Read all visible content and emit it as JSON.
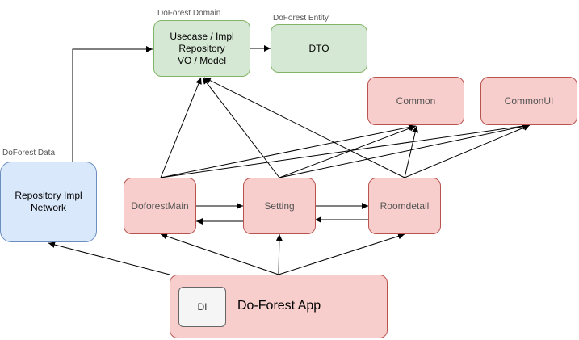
{
  "captions": {
    "domain": "DoForest Domain",
    "entity": "DoForest Entity",
    "data": "DoForest Data"
  },
  "nodes": {
    "domain": {
      "lines": [
        "Usecase / Impl",
        "Repository",
        "VO / Model"
      ]
    },
    "dto": {
      "label": "DTO"
    },
    "common": {
      "label": "Common"
    },
    "commonui": {
      "label": "CommonUI"
    },
    "data": {
      "lines": [
        "Repository Impl",
        "Network"
      ]
    },
    "main": {
      "label": "DoforestMain"
    },
    "setting": {
      "label": "Setting"
    },
    "roomdetail": {
      "label": "Roomdetail"
    },
    "app": {
      "label": "Do-Forest App",
      "di_label": "DI"
    }
  },
  "colors": {
    "green_fill": "#d5e8d4",
    "green_stroke": "#82b366",
    "blue_fill": "#dae8fc",
    "blue_stroke": "#6c8ebf",
    "red_fill": "#f8cecc",
    "red_stroke": "#b85450",
    "arrow": "#000000"
  }
}
